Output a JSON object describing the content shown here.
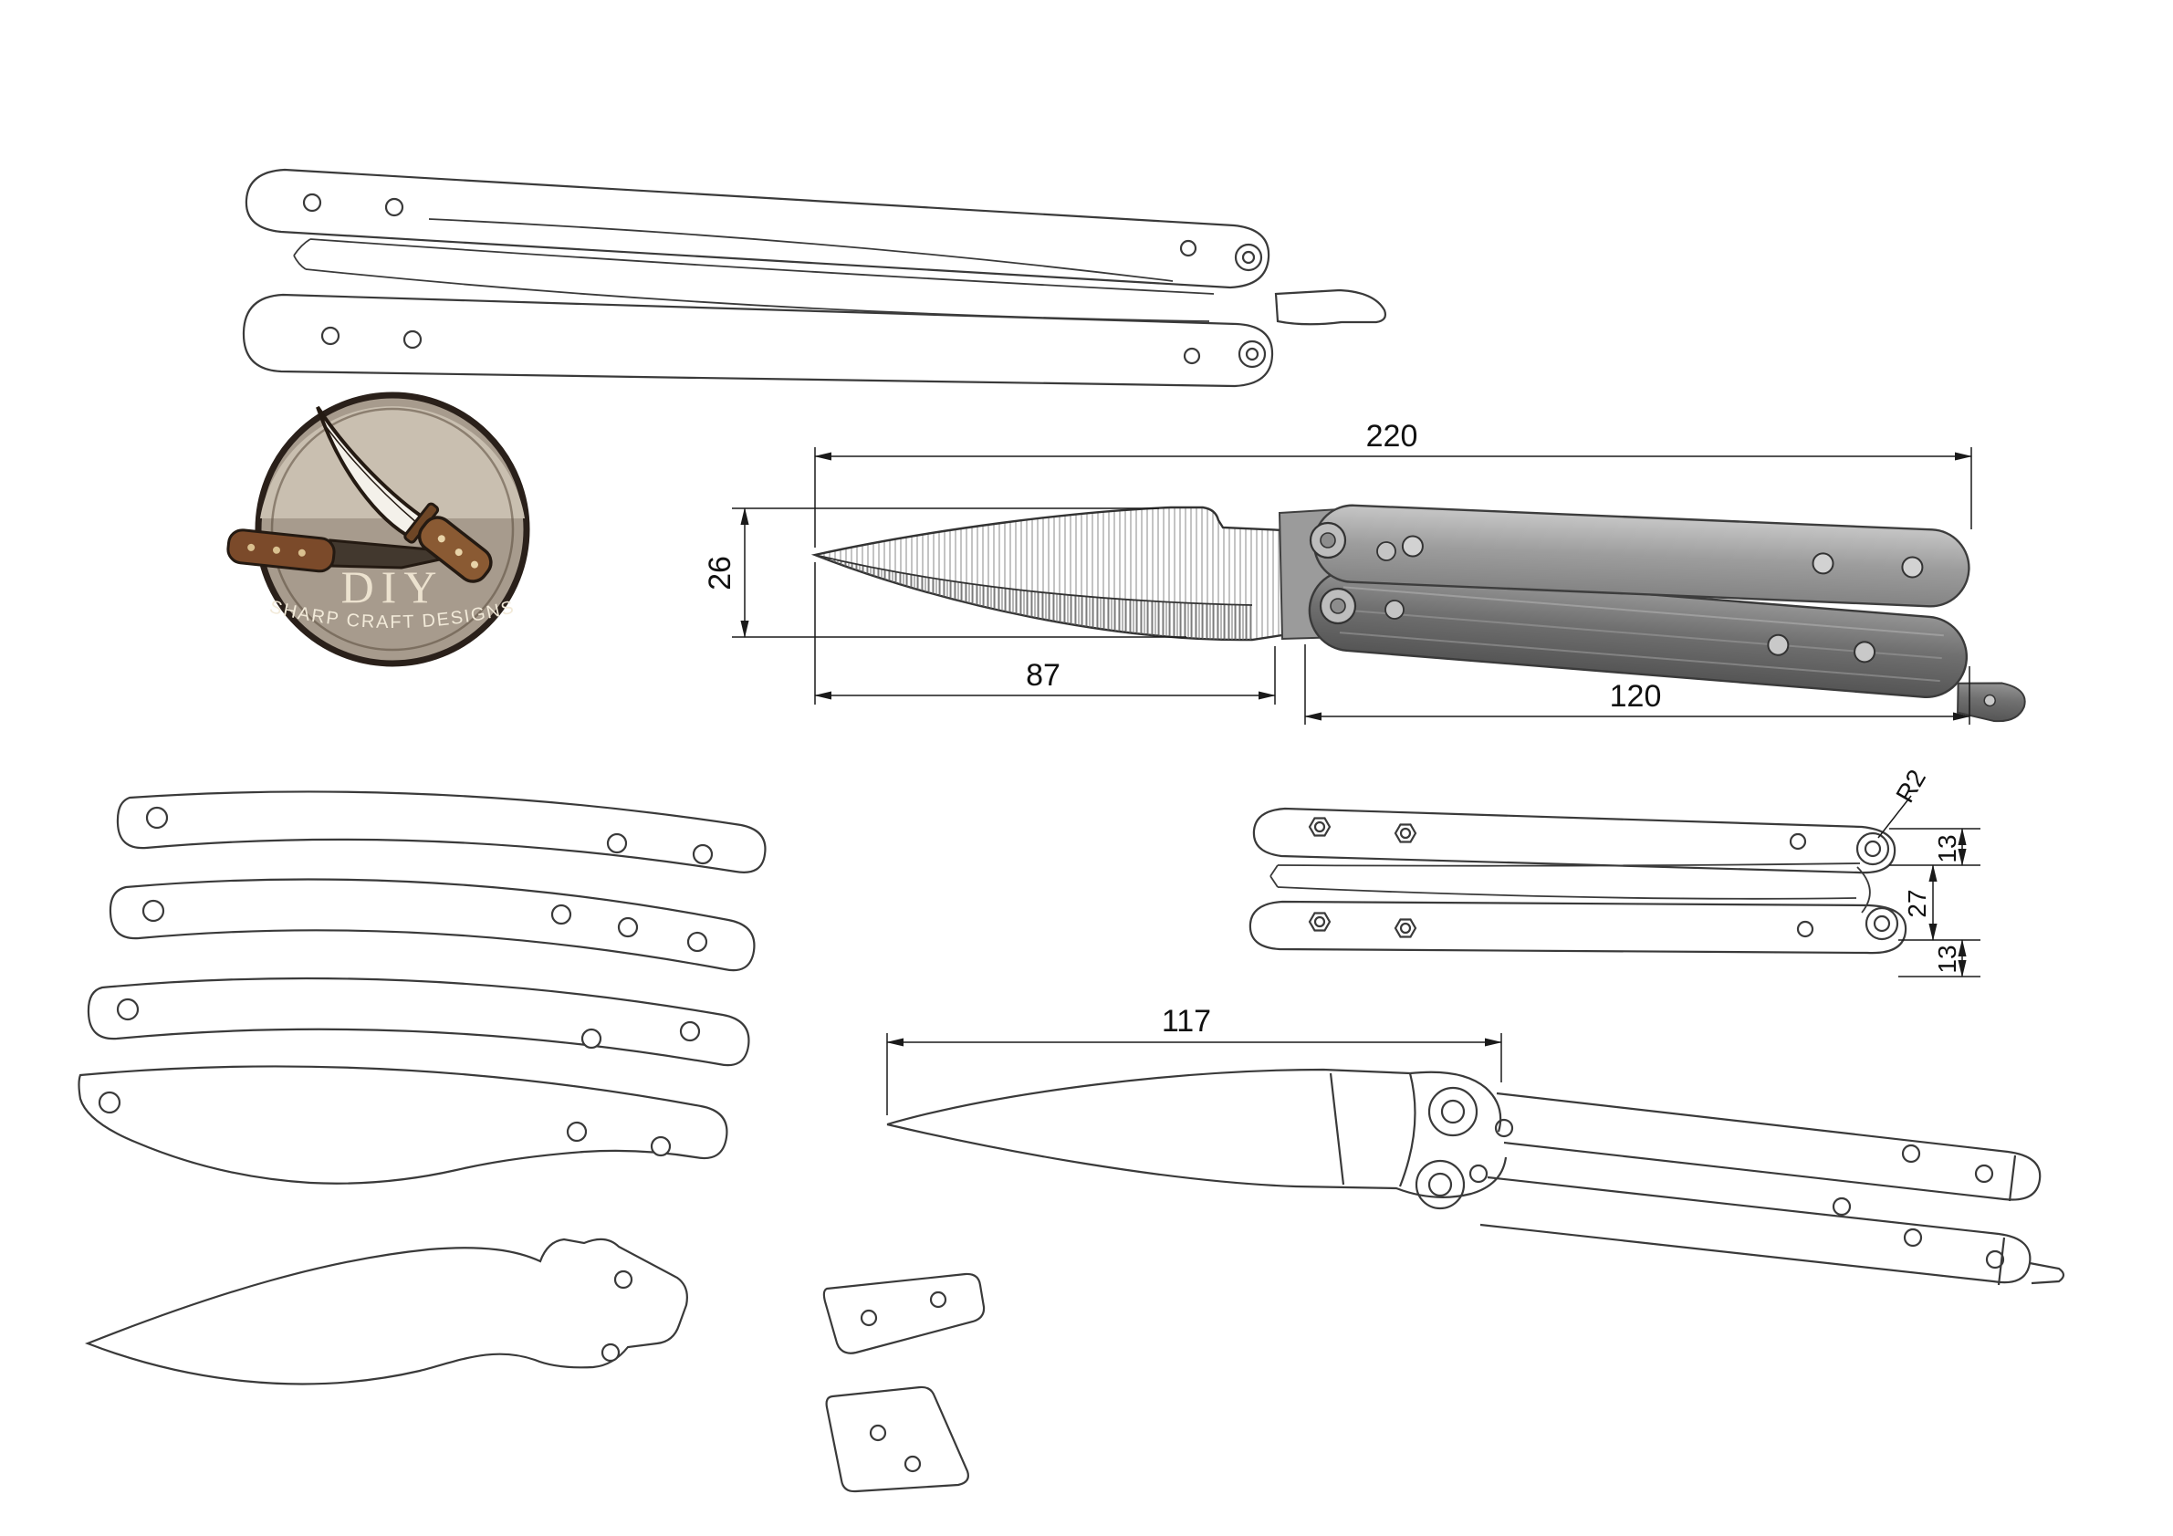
{
  "page": {
    "background": "#ffffff"
  },
  "logo": {
    "title": "DIY",
    "subtitle": "SHARP CRAFT DESIGNS"
  },
  "dimensions": {
    "main_view": {
      "overall_length": "220",
      "blade_height": "26",
      "blade_length": "87",
      "handle_length": "120"
    },
    "folded_view": {
      "pivot_radius": "R2",
      "offset_top": "13",
      "pivot_spacing": "27",
      "offset_bottom": "13"
    },
    "outline_view": {
      "blade_length": "117"
    }
  },
  "colors": {
    "line": "#3a3a3a",
    "dimension_line": "#1a1a1a",
    "handle_light": "#a8a8a8",
    "handle_dark": "#6e6e6e",
    "logo_ring": "#2a201a",
    "logo_fill": "#a79b8d",
    "logo_handle_brown": "#8a5a33",
    "logo_text": "#efe7d6"
  }
}
